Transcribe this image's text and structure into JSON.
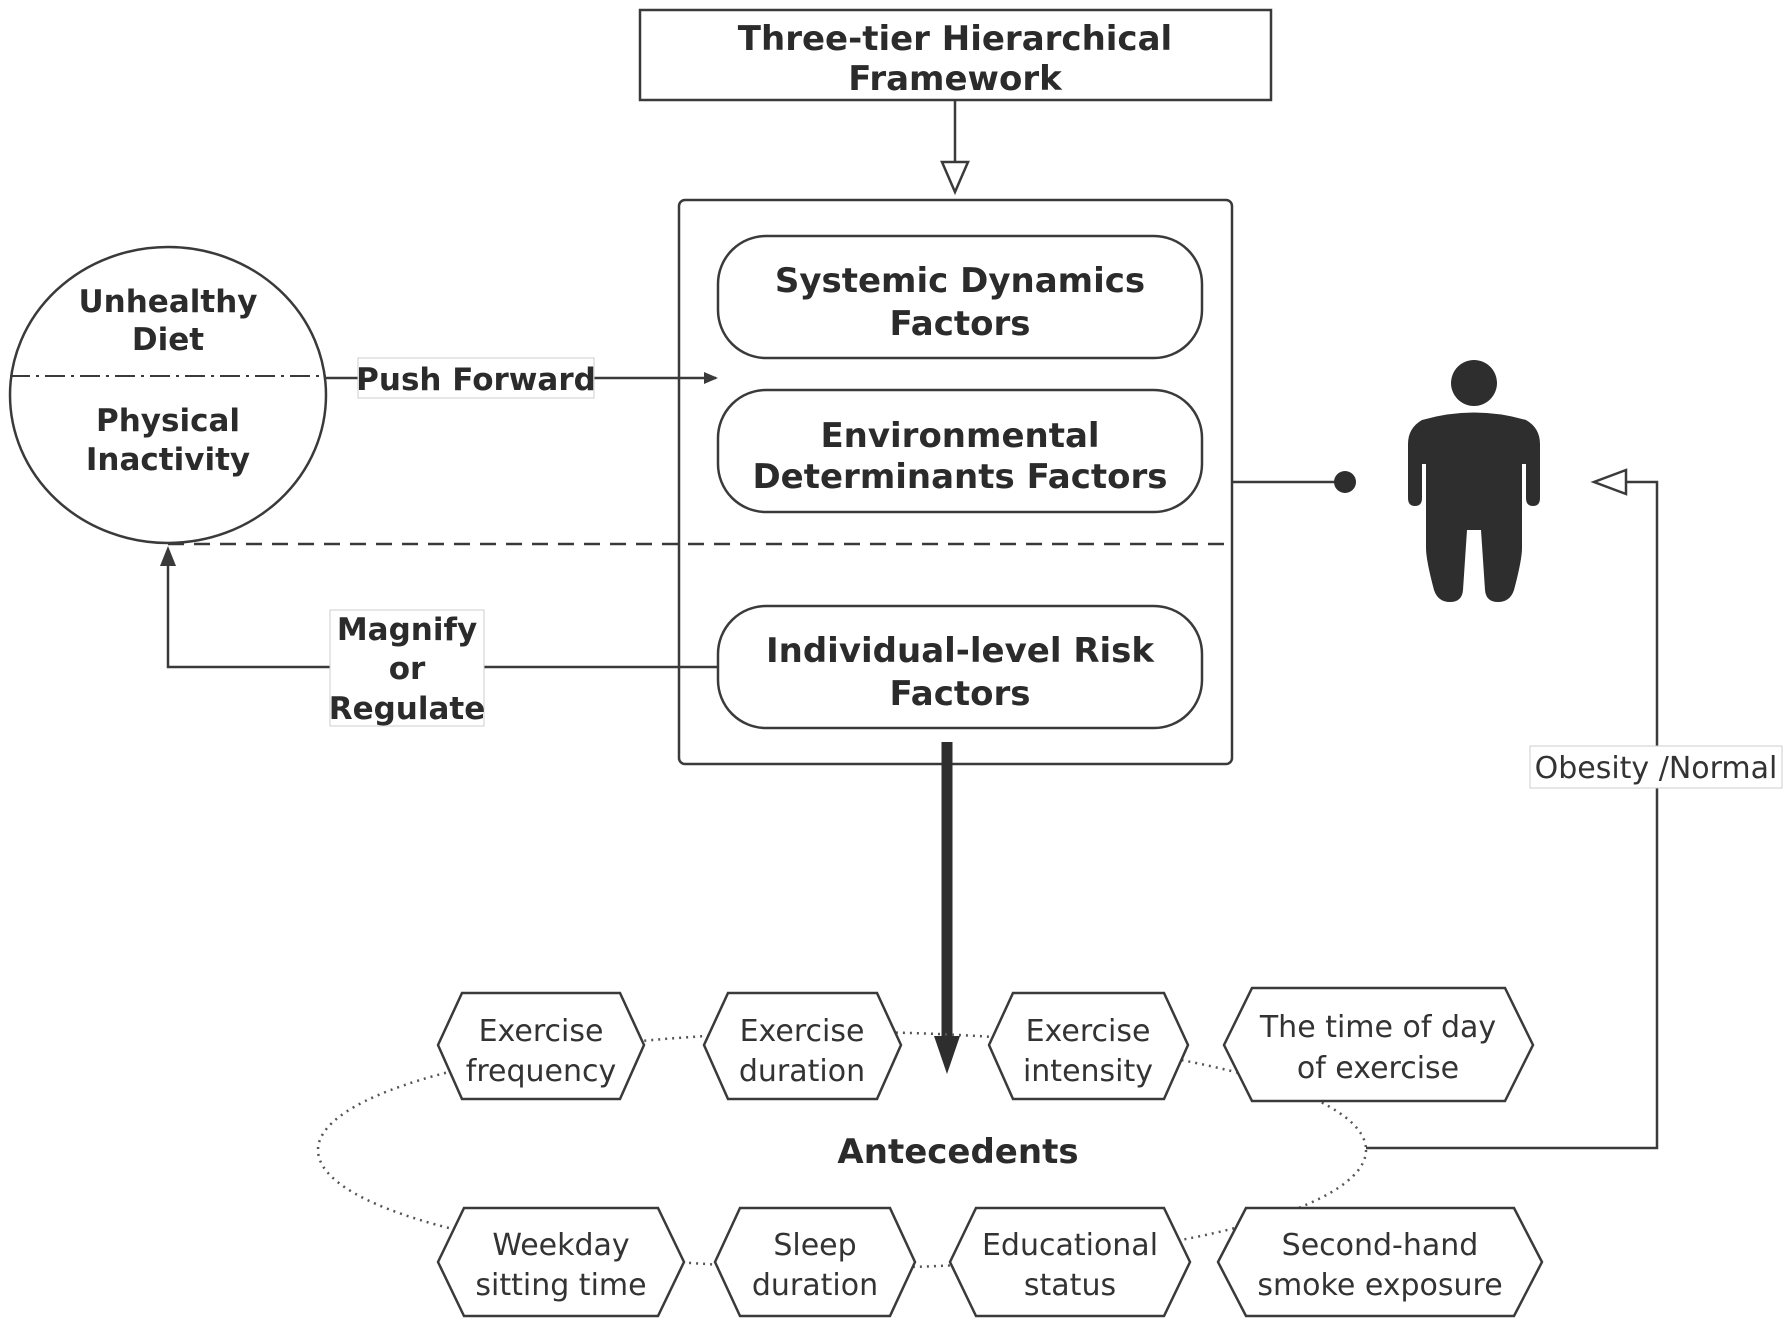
{
  "framework_box": {
    "line1": "Three-tier  Hierarchical",
    "line2": "Framework"
  },
  "factors": [
    {
      "line1": "Systemic Dynamics",
      "line2": "Factors"
    },
    {
      "line1": "Environmental",
      "line2": "Determinants Factors"
    },
    {
      "line1": "Individual-level Risk",
      "line2": "Factors"
    }
  ],
  "circle": {
    "top_line1": "Unhealthy",
    "top_line2": "Diet",
    "bottom_line1": "Physical",
    "bottom_line2": "Inactivity"
  },
  "labels": {
    "push_forward": "Push Forward",
    "magnify_line1": "Magnify",
    "magnify_line2": "or",
    "magnify_line3": "Regulate",
    "obesity_normal": "Obesity /Normal"
  },
  "antecedents": {
    "title": "Antecedents",
    "top_row": [
      {
        "line1": "Exercise",
        "line2": "frequency"
      },
      {
        "line1": "Exercise",
        "line2": "duration"
      },
      {
        "line1": "Exercise",
        "line2": "intensity"
      },
      {
        "line1": "The time of day",
        "line2": "of exercise"
      }
    ],
    "bottom_row": [
      {
        "line1": "Weekday",
        "line2": "sitting time"
      },
      {
        "line1": "Sleep",
        "line2": "duration"
      },
      {
        "line1": "Educational",
        "line2": "status"
      },
      {
        "line1": "Second-hand",
        "line2": "smoke exposure"
      }
    ]
  },
  "icons": {
    "person": "person-obese-icon"
  },
  "colors": {
    "stroke": "#3a3a3a",
    "fill_dark": "#2e2e2e"
  }
}
